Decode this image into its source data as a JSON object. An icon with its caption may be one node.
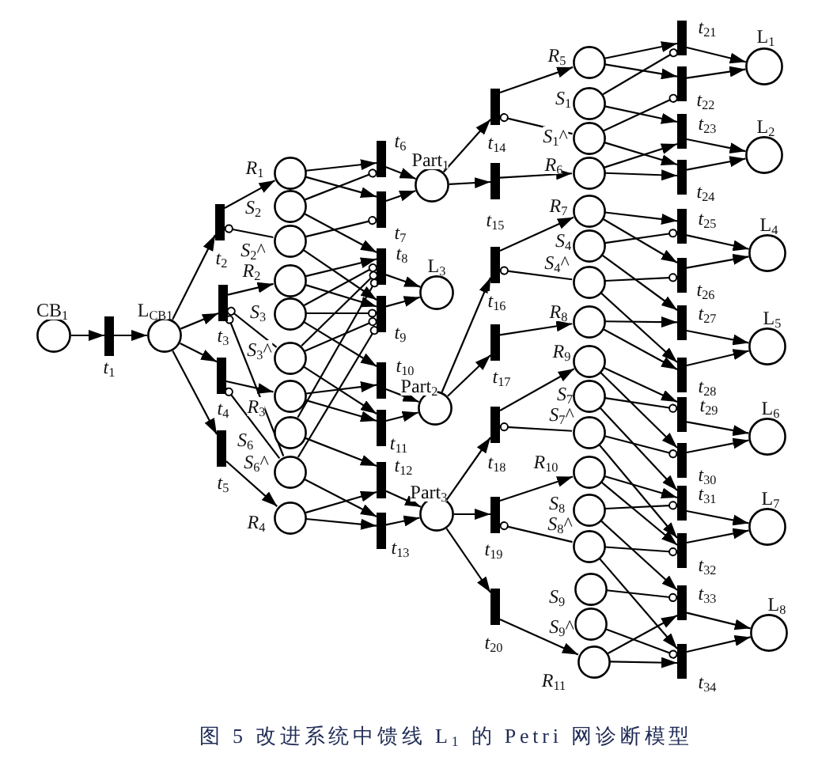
{
  "diagram": {
    "caption": "图 5 改进系统中馈线 L$_{1}$ 的 Petri 网诊断模型",
    "nodes": [
      {
        "text": [],
        "shape": "circle",
        "beside": [
          "CB$_{1}$"
        ]
      },
      {
        "text": [],
        "shape": "bar",
        "beside": [
          "*t*$_{1}$"
        ]
      },
      {
        "text": [],
        "shape": "circle",
        "beside": [
          "L$_{CB1}$"
        ]
      },
      {
        "text": [],
        "shape": "bar",
        "beside": [
          "*t*$_{2}$"
        ]
      },
      {
        "text": [],
        "shape": "bar",
        "beside": [
          "*t*$_{3}$"
        ]
      },
      {
        "text": [],
        "shape": "bar",
        "beside": [
          "*t*$_{4}$"
        ]
      },
      {
        "text": [],
        "shape": "bar",
        "beside": [
          "*t*$_{5}$"
        ]
      },
      {
        "text": [],
        "shape": "circle",
        "beside": [
          "*R*$_{1}$"
        ]
      },
      {
        "text": [],
        "shape": "circle",
        "beside": [
          "*S*$_{2}$"
        ]
      },
      {
        "text": [],
        "shape": "circle",
        "beside": [
          "*S*$_{2}$^"
        ]
      },
      {
        "text": [],
        "shape": "circle",
        "beside": [
          "*R*$_{2}$"
        ]
      },
      {
        "text": [],
        "shape": "circle",
        "beside": [
          "*S*$_{3}$"
        ]
      },
      {
        "text": [],
        "shape": "circle",
        "beside": [
          "*S*$_{3}$^"
        ]
      },
      {
        "text": [],
        "shape": "circle",
        "beside": [
          "*R*$_{3}$"
        ]
      },
      {
        "text": [],
        "shape": "circle",
        "beside": [
          "*S*$_{6}$"
        ]
      },
      {
        "text": [],
        "shape": "circle",
        "beside": [
          "*S*$_{6}$^"
        ]
      },
      {
        "text": [],
        "shape": "circle",
        "beside": [
          "*R*$_{4}$"
        ]
      },
      {
        "text": [],
        "shape": "bar",
        "beside": [
          "*t*$_{6}$"
        ]
      },
      {
        "text": [],
        "shape": "bar",
        "beside": [
          "*t*$_{7}$"
        ]
      },
      {
        "text": [],
        "shape": "bar",
        "beside": [
          "*t*$_{8}$"
        ]
      },
      {
        "text": [],
        "shape": "bar",
        "beside": [
          "*t*$_{9}$"
        ]
      },
      {
        "text": [],
        "shape": "bar",
        "beside": [
          "*t*$_{10}$"
        ]
      },
      {
        "text": [],
        "shape": "bar",
        "beside": [
          "*t*$_{11}$"
        ]
      },
      {
        "text": [],
        "shape": "bar",
        "beside": [
          "*t*$_{12}$"
        ]
      },
      {
        "text": [],
        "shape": "bar",
        "beside": [
          "*t*$_{13}$"
        ]
      },
      {
        "text": [],
        "shape": "circle",
        "beside": [
          "Part$_{1}$"
        ]
      },
      {
        "text": [],
        "shape": "circle",
        "beside": [
          "L$_{3}$"
        ]
      },
      {
        "text": [],
        "shape": "circle",
        "beside": [
          "Part$_{2}$"
        ]
      },
      {
        "text": [],
        "shape": "circle",
        "beside": [
          "Part$_{3}$"
        ]
      },
      {
        "text": [],
        "shape": "bar",
        "beside": [
          "*t*$_{14}$"
        ]
      },
      {
        "text": [],
        "shape": "bar",
        "beside": [
          "*t*$_{15}$"
        ]
      },
      {
        "text": [],
        "shape": "bar",
        "beside": [
          "*t*$_{16}$"
        ]
      },
      {
        "text": [],
        "shape": "bar",
        "beside": [
          "*t*$_{17}$"
        ]
      },
      {
        "text": [],
        "shape": "bar",
        "beside": [
          "*t*$_{18}$"
        ]
      },
      {
        "text": [],
        "shape": "bar",
        "beside": [
          "*t*$_{19}$"
        ]
      },
      {
        "text": [],
        "shape": "bar",
        "beside": [
          "*t*$_{20}$"
        ]
      },
      {
        "text": [],
        "shape": "circle",
        "beside": [
          "*R*$_{5}$"
        ]
      },
      {
        "text": [],
        "shape": "circle",
        "beside": [
          "*S*$_{1}$"
        ]
      },
      {
        "text": [],
        "shape": "circle",
        "beside": [
          "*S*$_{1}$^"
        ]
      },
      {
        "text": [],
        "shape": "circle",
        "beside": [
          "*R*$_{6}$"
        ]
      },
      {
        "text": [],
        "shape": "circle",
        "beside": [
          "*R*$_{7}$"
        ]
      },
      {
        "text": [],
        "shape": "circle",
        "beside": [
          "*S*$_{4}$"
        ]
      },
      {
        "text": [],
        "shape": "circle",
        "beside": [
          "*S*$_{4}$^"
        ]
      },
      {
        "text": [],
        "shape": "circle",
        "beside": [
          "*R*$_{8}$"
        ]
      },
      {
        "text": [],
        "shape": "circle",
        "beside": [
          "*R*$_{9}$"
        ]
      },
      {
        "text": [],
        "shape": "circle",
        "beside": [
          "*S*$_{7}$"
        ]
      },
      {
        "text": [],
        "shape": "circle",
        "beside": [
          "*S*$_{7}$^"
        ]
      },
      {
        "text": [],
        "shape": "circle",
        "beside": [
          "*R*$_{10}$"
        ]
      },
      {
        "text": [],
        "shape": "circle",
        "beside": [
          "*S*$_{8}$"
        ]
      },
      {
        "text": [],
        "shape": "circle",
        "beside": [
          "*S*$_{8}$^"
        ]
      },
      {
        "text": [],
        "shape": "circle",
        "beside": [
          "*S*$_{9}$"
        ]
      },
      {
        "text": [],
        "shape": "circle",
        "beside": [
          "*S*$_{9}$^"
        ]
      },
      {
        "text": [],
        "shape": "circle",
        "beside": [
          "*R*$_{11}$"
        ]
      },
      {
        "text": [],
        "shape": "bar",
        "beside": [
          "*t*$_{21}$"
        ]
      },
      {
        "text": [],
        "shape": "bar",
        "beside": [
          "*t*$_{22}$"
        ]
      },
      {
        "text": [],
        "shape": "bar",
        "beside": [
          "*t*$_{23}$"
        ]
      },
      {
        "text": [],
        "shape": "bar",
        "beside": [
          "*t*$_{24}$"
        ]
      },
      {
        "text": [],
        "shape": "bar",
        "beside": [
          "*t*$_{25}$"
        ]
      },
      {
        "text": [],
        "shape": "bar",
        "beside": [
          "*t*$_{26}$"
        ]
      },
      {
        "text": [],
        "shape": "bar",
        "beside": [
          "*t*$_{27}$"
        ]
      },
      {
        "text": [],
        "shape": "bar",
        "beside": [
          "*t*$_{28}$"
        ]
      },
      {
        "text": [],
        "shape": "bar",
        "beside": [
          "*t*$_{29}$"
        ]
      },
      {
        "text": [],
        "shape": "bar",
        "beside": [
          "*t*$_{30}$"
        ]
      },
      {
        "text": [],
        "shape": "bar",
        "beside": [
          "*t*$_{31}$"
        ]
      },
      {
        "text": [],
        "shape": "bar",
        "beside": [
          "*t*$_{32}$"
        ]
      },
      {
        "text": [],
        "shape": "bar",
        "beside": [
          "*t*$_{33}$"
        ]
      },
      {
        "text": [],
        "shape": "bar",
        "beside": [
          "*t*$_{34}$"
        ]
      },
      {
        "text": [],
        "shape": "circle",
        "beside": [
          "L$_{1}$"
        ]
      },
      {
        "text": [],
        "shape": "circle",
        "beside": [
          "L$_{2}$"
        ]
      },
      {
        "text": [],
        "shape": "circle",
        "beside": [
          "L$_{4}$"
        ]
      },
      {
        "text": [],
        "shape": "circle",
        "beside": [
          "L$_{5}$"
        ]
      },
      {
        "text": [],
        "shape": "circle",
        "beside": [
          "L$_{6}$"
        ]
      },
      {
        "text": [],
        "shape": "circle",
        "beside": [
          "L$_{7}$"
        ]
      },
      {
        "text": [],
        "shape": "circle",
        "beside": [
          "L$_{8}$"
        ]
      }
    ],
    "edges": [
      {
        "from": 0,
        "to": 1,
        "arrow": "to"
      },
      {
        "from": 1,
        "to": 2,
        "arrow": "to"
      },
      {
        "from": 2,
        "to": 3,
        "arrow": "to"
      },
      {
        "from": 2,
        "to": 4,
        "arrow": "to"
      },
      {
        "from": 2,
        "to": 5,
        "arrow": "to"
      },
      {
        "from": 2,
        "to": 6,
        "arrow": "to"
      },
      {
        "from": 3,
        "to": 7,
        "arrow": "to"
      },
      {
        "from": 9,
        "to": 3,
        "arrow": "other"
      },
      {
        "from": 4,
        "to": 10,
        "arrow": "to"
      },
      {
        "from": 12,
        "to": 4,
        "arrow": "other"
      },
      {
        "from": 15,
        "to": 4,
        "arrow": "other"
      },
      {
        "from": 5,
        "to": 13,
        "arrow": "to"
      },
      {
        "from": 15,
        "to": 5,
        "arrow": "other"
      },
      {
        "from": 6,
        "to": 16,
        "arrow": "to"
      },
      {
        "from": 7,
        "to": 17,
        "arrow": "to"
      },
      {
        "from": 7,
        "to": 18,
        "arrow": "to"
      },
      {
        "from": 8,
        "to": 17,
        "arrow": "other"
      },
      {
        "from": 9,
        "to": 18,
        "arrow": "other"
      },
      {
        "from": 8,
        "to": 19,
        "arrow": "to"
      },
      {
        "from": 9,
        "to": 20,
        "arrow": "to"
      },
      {
        "from": 10,
        "to": 19,
        "arrow": "to"
      },
      {
        "from": 10,
        "to": 20,
        "arrow": "to"
      },
      {
        "from": 11,
        "to": 19,
        "arrow": "other"
      },
      {
        "from": 12,
        "to": 20,
        "arrow": "other"
      },
      {
        "from": 14,
        "to": 19,
        "arrow": "other"
      },
      {
        "from": 15,
        "to": 20,
        "arrow": "other"
      },
      {
        "from": 12,
        "to": 19,
        "arrow": "other"
      },
      {
        "from": 11,
        "to": 20,
        "arrow": "other"
      },
      {
        "from": 11,
        "to": 21,
        "arrow": "to"
      },
      {
        "from": 12,
        "to": 22,
        "arrow": "to"
      },
      {
        "from": 13,
        "to": 21,
        "arrow": "to"
      },
      {
        "from": 13,
        "to": 22,
        "arrow": "to"
      },
      {
        "from": 14,
        "to": 23,
        "arrow": "to"
      },
      {
        "from": 15,
        "to": 24,
        "arrow": "to"
      },
      {
        "from": 16,
        "to": 23,
        "arrow": "to"
      },
      {
        "from": 16,
        "to": 24,
        "arrow": "to"
      },
      {
        "from": 17,
        "to": 25,
        "arrow": "to"
      },
      {
        "from": 18,
        "to": 25,
        "arrow": "to"
      },
      {
        "from": 19,
        "to": 26,
        "arrow": "to"
      },
      {
        "from": 20,
        "to": 26,
        "arrow": "to"
      },
      {
        "from": 21,
        "to": 27,
        "arrow": "to"
      },
      {
        "from": 22,
        "to": 27,
        "arrow": "to"
      },
      {
        "from": 23,
        "to": 28,
        "arrow": "to"
      },
      {
        "from": 24,
        "to": 28,
        "arrow": "to"
      },
      {
        "from": 25,
        "to": 29,
        "arrow": "to"
      },
      {
        "from": 25,
        "to": 30,
        "arrow": "to"
      },
      {
        "from": 27,
        "to": 31,
        "arrow": "to"
      },
      {
        "from": 27,
        "to": 32,
        "arrow": "to"
      },
      {
        "from": 28,
        "to": 33,
        "arrow": "to"
      },
      {
        "from": 28,
        "to": 34,
        "arrow": "to"
      },
      {
        "from": 28,
        "to": 35,
        "arrow": "to"
      },
      {
        "from": 29,
        "to": 36,
        "arrow": "to"
      },
      {
        "from": 38,
        "to": 29,
        "arrow": "other"
      },
      {
        "from": 30,
        "to": 39,
        "arrow": "to"
      },
      {
        "from": 31,
        "to": 40,
        "arrow": "to"
      },
      {
        "from": 42,
        "to": 31,
        "arrow": "other"
      },
      {
        "from": 32,
        "to": 43,
        "arrow": "to"
      },
      {
        "from": 33,
        "to": 44,
        "arrow": "to"
      },
      {
        "from": 46,
        "to": 33,
        "arrow": "other"
      },
      {
        "from": 34,
        "to": 47,
        "arrow": "to"
      },
      {
        "from": 49,
        "to": 34,
        "arrow": "other"
      },
      {
        "from": 35,
        "to": 52,
        "arrow": "to"
      },
      {
        "from": 36,
        "to": 53,
        "arrow": "to"
      },
      {
        "from": 36,
        "to": 54,
        "arrow": "to"
      },
      {
        "from": 37,
        "to": 53,
        "arrow": "other"
      },
      {
        "from": 38,
        "to": 54,
        "arrow": "other"
      },
      {
        "from": 37,
        "to": 55,
        "arrow": "to"
      },
      {
        "from": 38,
        "to": 56,
        "arrow": "to"
      },
      {
        "from": 39,
        "to": 55,
        "arrow": "to"
      },
      {
        "from": 39,
        "to": 56,
        "arrow": "to"
      },
      {
        "from": 40,
        "to": 57,
        "arrow": "to"
      },
      {
        "from": 40,
        "to": 58,
        "arrow": "to"
      },
      {
        "from": 41,
        "to": 57,
        "arrow": "other"
      },
      {
        "from": 42,
        "to": 58,
        "arrow": "other"
      },
      {
        "from": 41,
        "to": 59,
        "arrow": "to"
      },
      {
        "from": 42,
        "to": 60,
        "arrow": "to"
      },
      {
        "from": 43,
        "to": 59,
        "arrow": "to"
      },
      {
        "from": 43,
        "to": 60,
        "arrow": "to"
      },
      {
        "from": 44,
        "to": 61,
        "arrow": "to"
      },
      {
        "from": 44,
        "to": 62,
        "arrow": "to"
      },
      {
        "from": 45,
        "to": 61,
        "arrow": "other"
      },
      {
        "from": 46,
        "to": 62,
        "arrow": "other"
      },
      {
        "from": 45,
        "to": 63,
        "arrow": "to"
      },
      {
        "from": 46,
        "to": 64,
        "arrow": "to"
      },
      {
        "from": 47,
        "to": 63,
        "arrow": "to"
      },
      {
        "from": 47,
        "to": 64,
        "arrow": "to"
      },
      {
        "from": 48,
        "to": 63,
        "arrow": "other"
      },
      {
        "from": 49,
        "to": 64,
        "arrow": "other"
      },
      {
        "from": 48,
        "to": 65,
        "arrow": "to"
      },
      {
        "from": 49,
        "to": 66,
        "arrow": "to"
      },
      {
        "from": 52,
        "to": 65,
        "arrow": "to"
      },
      {
        "from": 52,
        "to": 66,
        "arrow": "to"
      },
      {
        "from": 50,
        "to": 65,
        "arrow": "other"
      },
      {
        "from": 51,
        "to": 66,
        "arrow": "other"
      },
      {
        "from": 53,
        "to": 67,
        "arrow": "to"
      },
      {
        "from": 54,
        "to": 67,
        "arrow": "to"
      },
      {
        "from": 55,
        "to": 68,
        "arrow": "to"
      },
      {
        "from": 56,
        "to": 68,
        "arrow": "to"
      },
      {
        "from": 57,
        "to": 69,
        "arrow": "to"
      },
      {
        "from": 58,
        "to": 69,
        "arrow": "to"
      },
      {
        "from": 59,
        "to": 70,
        "arrow": "to"
      },
      {
        "from": 60,
        "to": 70,
        "arrow": "to"
      },
      {
        "from": 61,
        "to": 71,
        "arrow": "to"
      },
      {
        "from": 62,
        "to": 71,
        "arrow": "to"
      },
      {
        "from": 63,
        "to": 72,
        "arrow": "to"
      },
      {
        "from": 64,
        "to": 72,
        "arrow": "to"
      },
      {
        "from": 65,
        "to": 73,
        "arrow": "to"
      },
      {
        "from": 66,
        "to": 73,
        "arrow": "to"
      }
    ]
  }
}
